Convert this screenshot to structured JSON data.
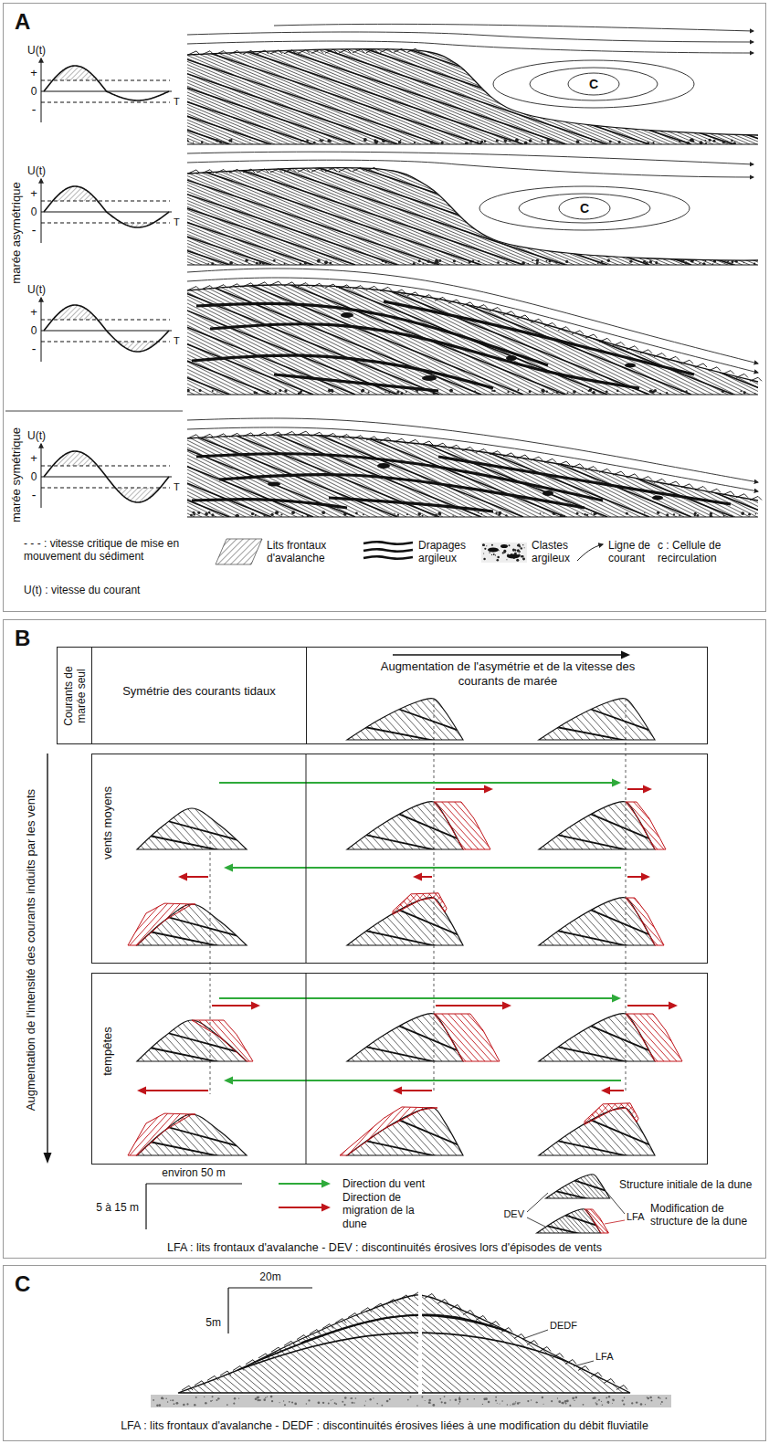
{
  "diagram": {
    "nodes": [
      {
        "text": [
          "A"
        ]
      },
      {
        "text": [
          "B"
        ]
      },
      {
        "text": [
          "Courants de marée seul"
        ],
        "in": 1
      },
      {
        "text": [
          "Symétrie des courants tidaux"
        ],
        "in": 2
      },
      {
        "text": [
          "Augmentation de l'asymétrie et de la vitesse des courants de marée"
        ],
        "in": 2
      },
      {
        "text": [
          "vents moyens"
        ],
        "in": 1
      },
      {
        "text": [
          "tempêtes"
        ],
        "in": 1
      },
      {
        "text": [
          "C"
        ]
      }
    ],
    "labels": [
      "U(t)",
      "+",
      "0",
      "-",
      "T",
      "U(t)",
      "+",
      "0",
      "-",
      "T",
      "U(t)",
      "+",
      "0",
      "-",
      "T",
      "U(t)",
      "+",
      "0",
      "-",
      "T",
      "C",
      "C",
      "marée asymétrique",
      "marée symétrique",
      "Augmentation de l'intensité des courants induits par les vents",
      "environ 50 m",
      "5 à 15 m",
      "DEV",
      "LFA",
      "LFA : lits frontaux d'avalanche - DEV : discontinuités érosives lors d'épisodes de vents",
      "20m",
      "5m",
      "DEDF",
      "LFA",
      "LFA : lits frontaux d'avalanche - DEDF : discontinuités érosives liées à une modification du débit fluviatile"
    ],
    "legend": [
      {
        "text": "- - - : vitesse critique de mise en mouvement du sédiment"
      },
      {
        "text": "U(t) : vitesse du courant"
      },
      {
        "text": "Lits frontaux d'avalanche"
      },
      {
        "text": "Drapages argileux"
      },
      {
        "text": "Clastes argileux"
      },
      {
        "text": "Ligne de courant"
      },
      {
        "text": "c : Cellule de recirculation"
      },
      {
        "text": "Direction du vent"
      },
      {
        "text": "Direction de migration de la dune"
      },
      {
        "text": "Structure initiale de la dune"
      },
      {
        "text": "Modification de structure de la dune"
      }
    ]
  }
}
